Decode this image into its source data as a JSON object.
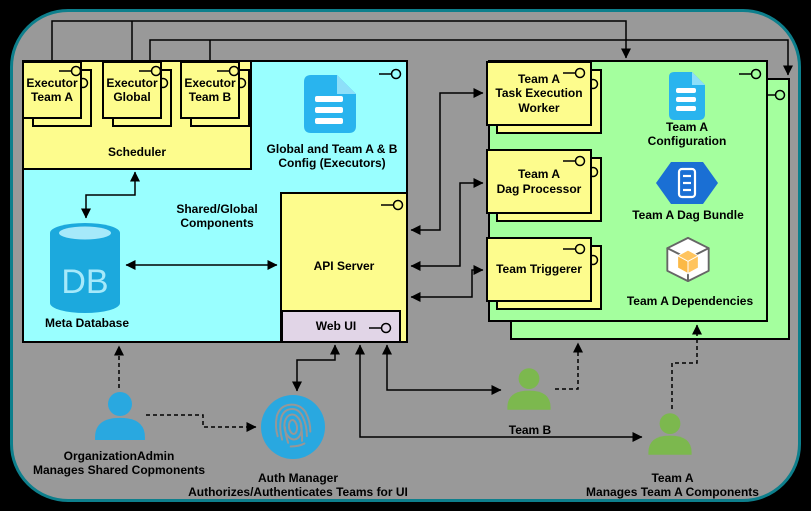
{
  "colors": {
    "page_background": "#000000",
    "frame_fill": "#999999",
    "frame_border_teal": "#0d7f8c",
    "shared_box_cyan": "#99ffff",
    "component_yellow": "#fdfc8d",
    "team_a_green": "#a4ff9e",
    "web_ui_purple": "#e1d5e7",
    "icon_blue": "#29b4ee",
    "db_blue": "#1ca9dd",
    "hexagon_blue": "#1a6fd4",
    "cube_amber": "#ffc45e",
    "actor_blue": "#29a8e0",
    "actor_green": "#7cb84e"
  },
  "shared_group": {
    "label": "Shared/Global\nComponents",
    "scheduler": {
      "label": "Scheduler",
      "executors": [
        {
          "label": "Executor\nTeam A"
        },
        {
          "label": "Executor\nGlobal"
        },
        {
          "label": "Executor\nTeam B"
        }
      ]
    },
    "config_file": {
      "label": "Global and Team A & B\nConfig (Executors)"
    },
    "meta_database": {
      "icon_text": "DB",
      "label": "Meta Database"
    },
    "api_server": {
      "label": "API Server"
    },
    "web_ui": {
      "label": "Web UI"
    }
  },
  "team_a_group": {
    "components": [
      {
        "label": "Team A\nTask Execution\nWorker"
      },
      {
        "label": "Team A\nDag Processor"
      },
      {
        "label": "Team Triggerer"
      }
    ],
    "configuration": {
      "label": "Team A\nConfiguration"
    },
    "dag_bundle": {
      "label": "Team A Dag Bundle"
    },
    "dependencies": {
      "label": "Team A Dependencies"
    }
  },
  "actors": {
    "organization_admin": {
      "label": "OrganizationAdmin\nManages Shared Copmonents"
    },
    "auth_manager": {
      "label": "Auth Manager\nAuthorizes/Authenticates Teams for UI"
    },
    "team_b": {
      "label": "Team B"
    },
    "team_a": {
      "label": "Team A\nManages Team A Components"
    }
  }
}
